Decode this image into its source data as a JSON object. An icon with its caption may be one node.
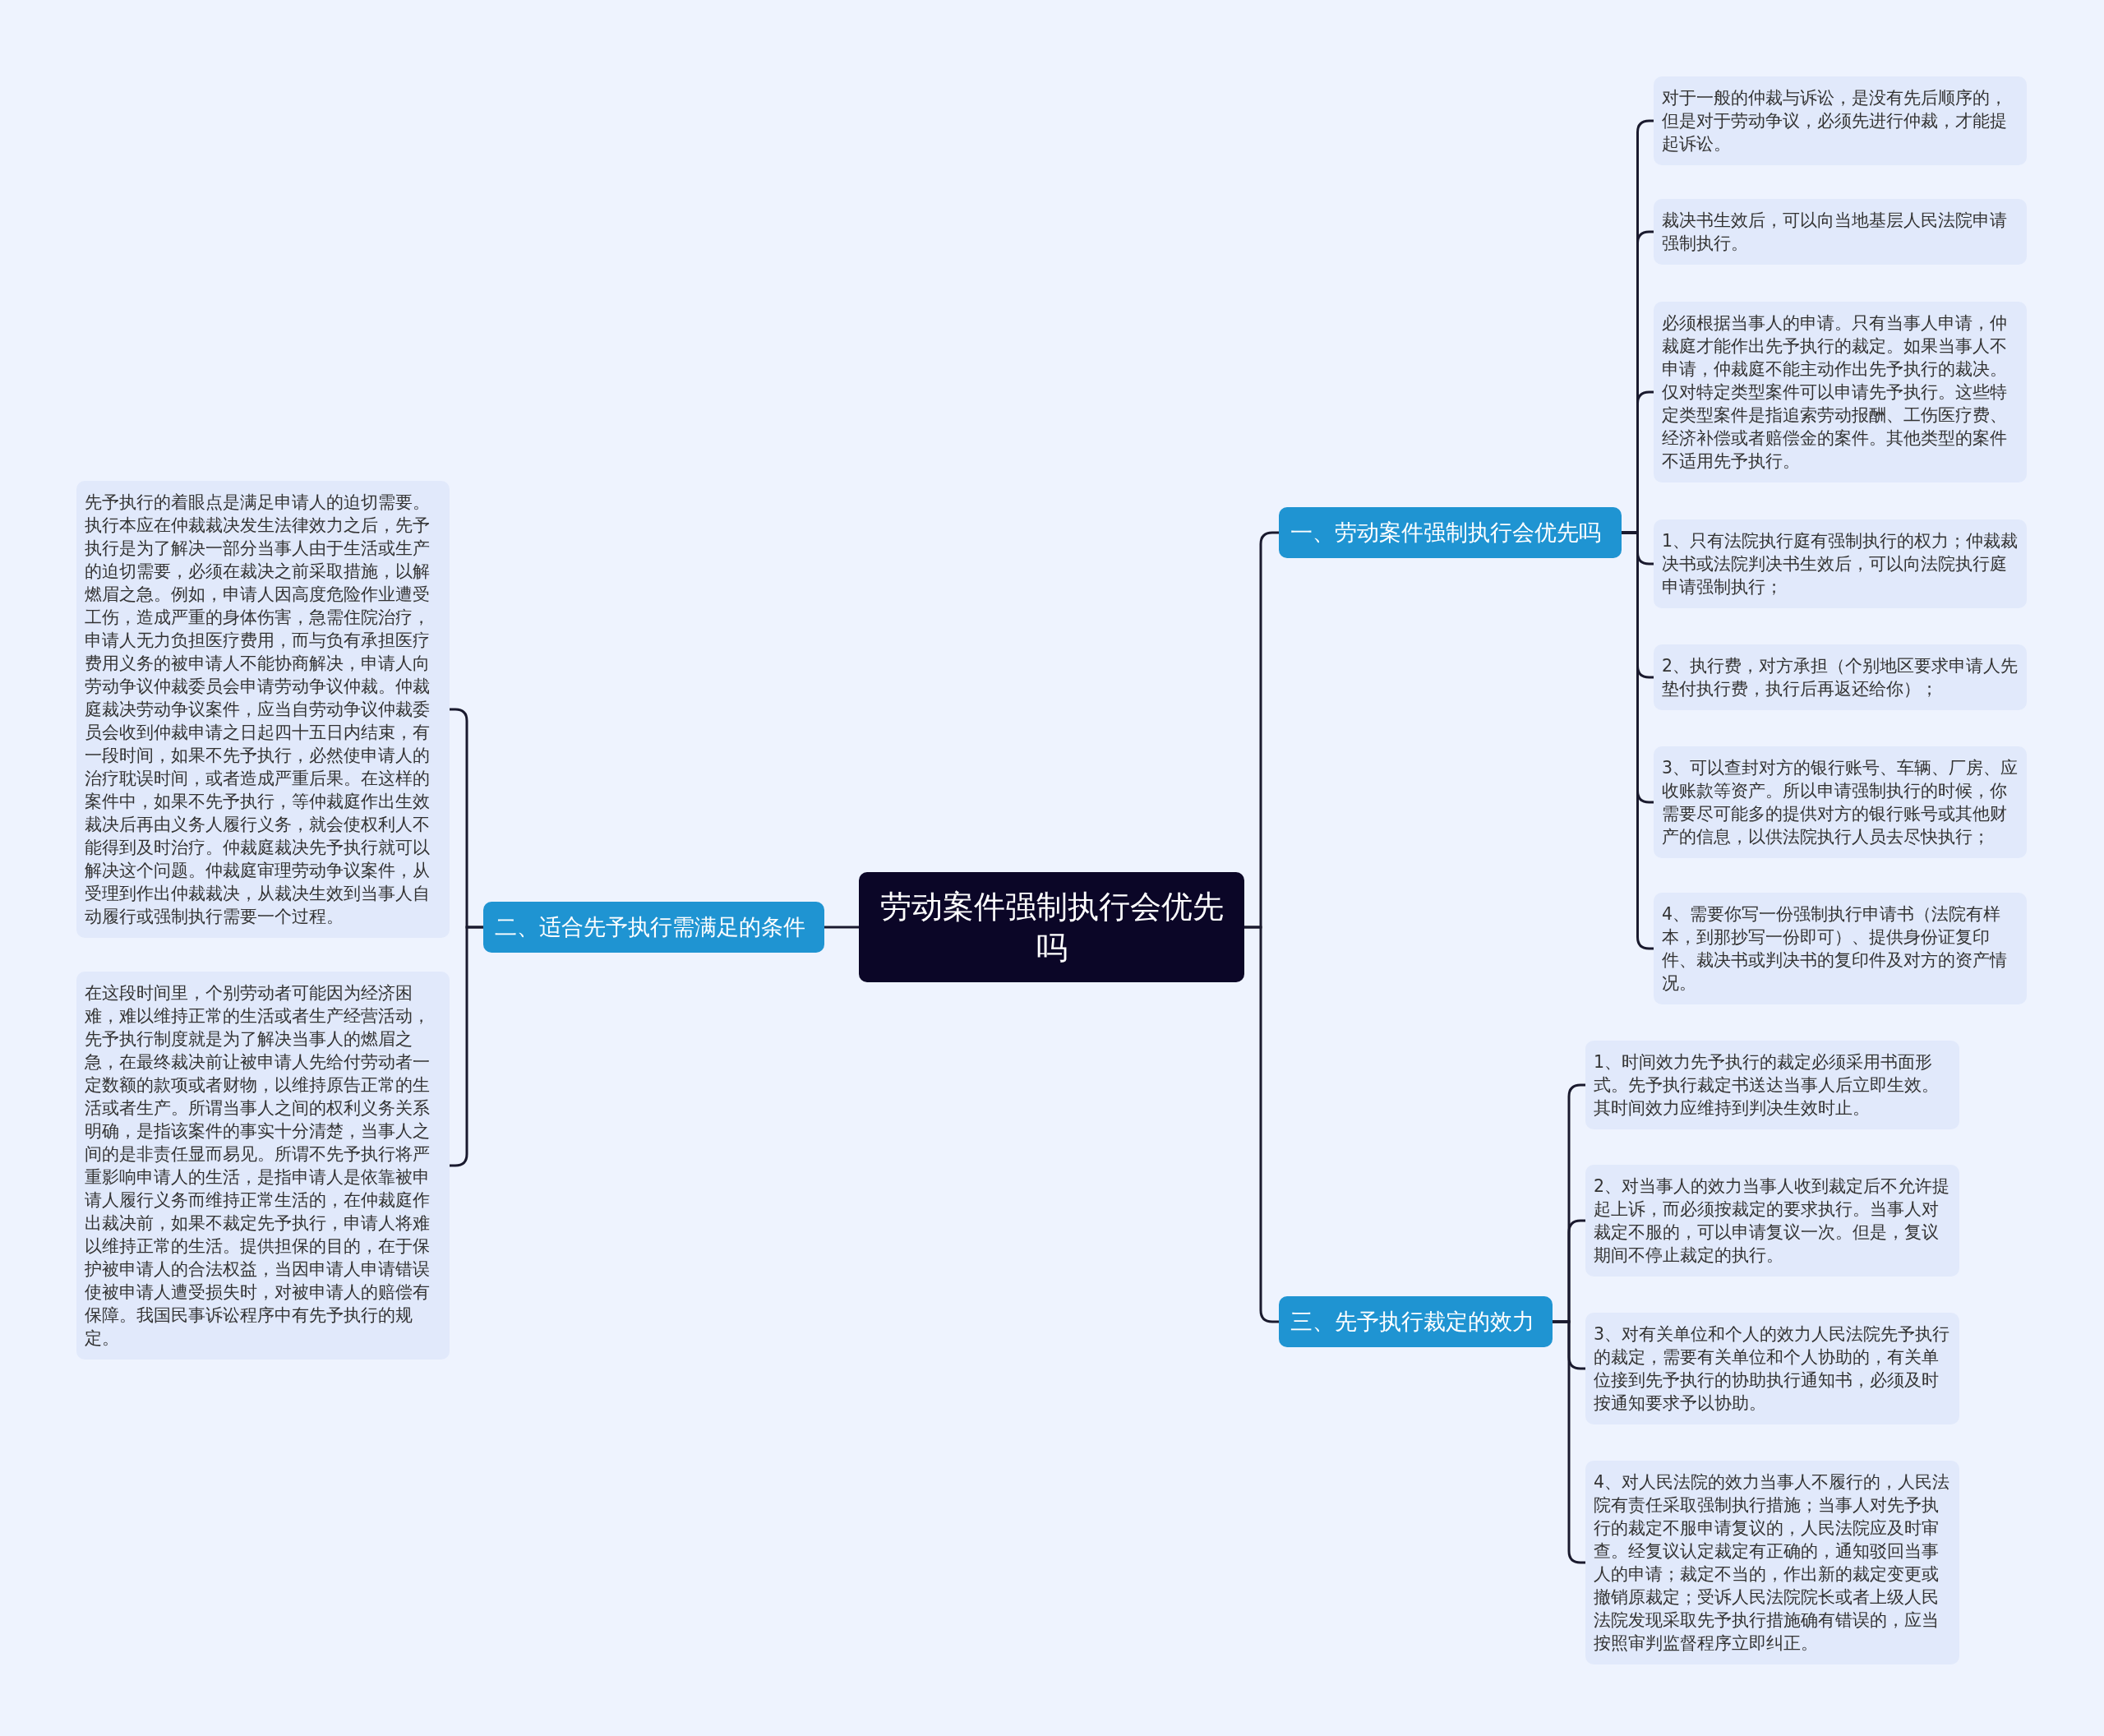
{
  "diagram": {
    "nodes": [
      {
        "text": [
          "劳动案件强制执行会优先吗"
        ]
      },
      {
        "text": [
          "一、劳动案件强制执行会优先吗"
        ]
      },
      {
        "text": [
          "对于一般的仲裁与诉讼，是没有先后顺序的，但是对于劳动争议，必须先进行仲裁，才能提起诉讼。"
        ]
      },
      {
        "text": [
          "裁决书生效后，可以向当地基层人民法院申请强制执行。"
        ]
      },
      {
        "text": [
          "必须根据当事人的申请。只有当事人申请，仲裁庭才能作出先予执行的裁定。如果当事人不申请，仲裁庭不能主动作出先予执行的裁决。仅对特定类型案件可以申请先予执行。这些特定类型案件是指追索劳动报酬、工伤医疗费、经济补偿或者赔偿金的案件。其他类型的案件不适用先予执行。"
        ]
      },
      {
        "text": [
          "1、只有法院执行庭有强制执行的权力；仲裁裁决书或法院判决书生效后，可以向法院执行庭申请强制执行；"
        ]
      },
      {
        "text": [
          "2、执行费，对方承担（个别地区要求申请人先垫付执行费，执行后再返还给你）；"
        ]
      },
      {
        "text": [
          "3、可以查封对方的银行账号、车辆、厂房、应收账款等资产。所以申请强制执行的时候，你需要尽可能多的提供对方的银行账号或其他财产的信息，以供法院执行人员去尽快执行；"
        ]
      },
      {
        "text": [
          "4、需要你写一份强制执行申请书（法院有样本，到那抄写一份即可）、提供身份证复印件、裁决书或判决书的复印件及对方的资产情况。"
        ]
      },
      {
        "text": [
          "二、适合先予执行需满足的条件"
        ]
      },
      {
        "text": [
          "先予执行的着眼点是满足申请人的迫切需要。执行本应在仲裁裁决发生法律效力之后，先予执行是为了解决一部分当事人由于生活或生产的迫切需要，必须在裁决之前采取措施，以解燃眉之急。例如，申请人因高度危险作业遭受工伤，造成严重的身体伤害，急需住院治疗，申请人无力负担医疗费用，而与负有承担医疗费用义务的被申请人不能协商解决，申请人向劳动争议仲裁委员会申请劳动争议仲裁。仲裁庭裁决劳动争议案件，应当自劳动争议仲裁委员会收到仲裁申请之日起四十五日内结束，有一段时间，如果不先予执行，必然使申请人的治疗耽误时间，或者造成严重后果。在这样的案件中，如果不先予执行，等仲裁庭作出生效裁决后再由义务人履行义务，就会使权利人不能得到及时治疗。仲裁庭裁决先予执行就可以解决这个问题。仲裁庭审理劳动争议案件，从受理到作出仲裁裁决，从裁决生效到当事人自动履行或强制执行需要一个过程。"
        ]
      },
      {
        "text": [
          "在这段时间里，个别劳动者可能因为经济困难，难以维持正常的生活或者生产经营活动，先予执行制度就是为了解决当事人的燃眉之急，在最终裁决前让被申请人先给付劳动者一定数额的款项或者财物，以维持原告正常的生活或者生产。所谓当事人之间的权利义务关系明确，是指该案件的事实十分清楚，当事人之间的是非责任显而易见。所谓不先予执行将严重影响申请人的生活，是指申请人是依靠被申请人履行义务而维持正常生活的，在仲裁庭作出裁决前，如果不裁定先予执行，申请人将难以维持正常的生活。提供担保的目的，在于保护被申请人的合法权益，当因申请人申请错误使被申请人遭受损失时，对被申请人的赔偿有保障。我国民事诉讼程序中有先予执行的规定。"
        ]
      },
      {
        "text": [
          "三、先予执行裁定的效力"
        ]
      },
      {
        "text": [
          "1、时间效力先予执行的裁定必须采用书面形式。先予执行裁定书送达当事人后立即生效。其时间效力应维持到判决生效时止。"
        ]
      },
      {
        "text": [
          "2、对当事人的效力当事人收到裁定后不允许提起上诉，而必须按裁定的要求执行。当事人对裁定不服的，可以申请复议一次。但是，复议期间不停止裁定的执行。"
        ]
      },
      {
        "text": [
          "3、对有关单位和个人的效力人民法院先予执行的裁定，需要有关单位和个人协助的，有关单位接到先予执行的协助执行通知书，必须及时按通知要求予以协助。"
        ]
      },
      {
        "text": [
          "4、对人民法院的效力当事人不履行的，人民法院有责任采取强制执行措施；当事人对先予执行的裁定不服申请复议的，人民法院应及时审查。经复议认定裁定有正确的，通知驳回当事人的申请；裁定不当的，作出新的裁定变更或撤销原裁定；受诉人民法院院长或者上级人民法院发现采取先予执行措施确有错误的，应当按照审判监督程序立即纠正。"
        ]
      }
    ],
    "edges": [
      {
        "from": 0,
        "to": 1,
        "arrow": "none"
      },
      {
        "from": 1,
        "to": 2,
        "arrow": "none"
      },
      {
        "from": 1,
        "to": 3,
        "arrow": "none"
      },
      {
        "from": 1,
        "to": 4,
        "arrow": "none"
      },
      {
        "from": 1,
        "to": 5,
        "arrow": "none"
      },
      {
        "from": 1,
        "to": 6,
        "arrow": "none"
      },
      {
        "from": 1,
        "to": 7,
        "arrow": "none"
      },
      {
        "from": 1,
        "to": 8,
        "arrow": "none"
      },
      {
        "from": 0,
        "to": 9,
        "arrow": "none"
      },
      {
        "from": 9,
        "to": 10,
        "arrow": "none"
      },
      {
        "from": 9,
        "to": 11,
        "arrow": "none"
      },
      {
        "from": 0,
        "to": 12,
        "arrow": "none"
      },
      {
        "from": 12,
        "to": 13,
        "arrow": "none"
      },
      {
        "from": 12,
        "to": 14,
        "arrow": "none"
      },
      {
        "from": 12,
        "to": 15,
        "arrow": "none"
      },
      {
        "from": 12,
        "to": 16,
        "arrow": "none"
      }
    ]
  }
}
